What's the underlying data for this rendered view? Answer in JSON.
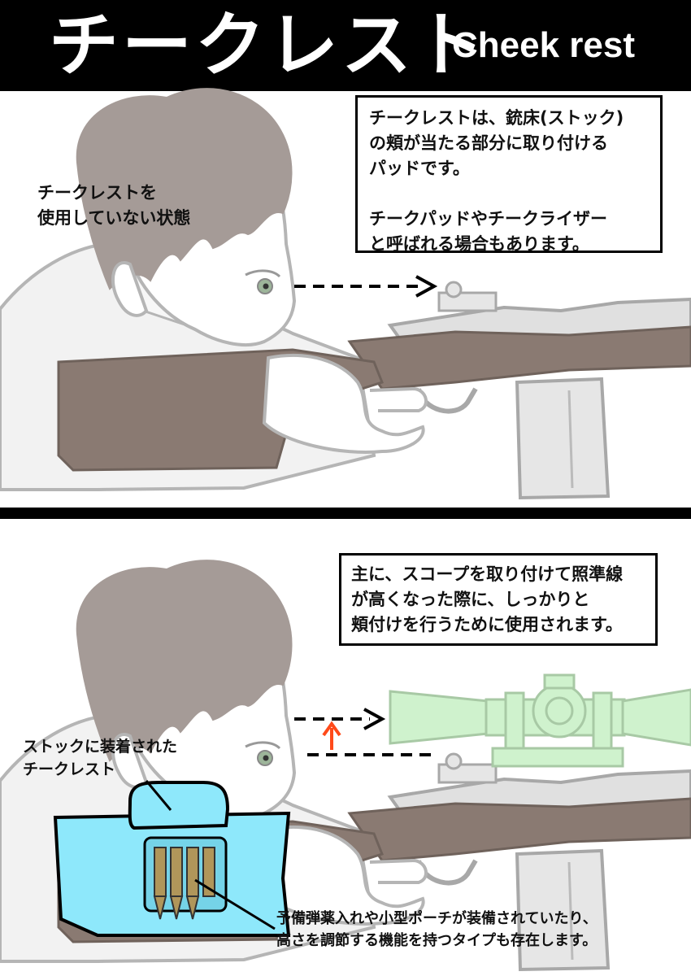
{
  "header": {
    "title_ja": "チークレスト",
    "title_en": "Cheek rest"
  },
  "panel_top": {
    "explanation": "チークレストは、銃床(ストック)\nの頬が当たる部分に取り付ける\nパッドです。\n\nチークパッドやチークライザー\nと呼ばれる場合もあります。",
    "label_without": "チークレストを\n使用していない状態"
  },
  "panel_bottom": {
    "explanation": "主に、スコープを取り付けて照準線\nが高くなった際に、しっかりと\n頬付けを行うために使用されます。",
    "label_mounted": "ストックに装着された\nチークレスト",
    "label_features": "予備弾薬入れや小型ポーチが装備されていたり、\n高さを調節する機能を持つタイプも存在します。"
  },
  "colors": {
    "banner_bg": "#000000",
    "cheek_rest": "#8ee8fb",
    "scope": "#cff2cd",
    "stock_wood": "#8a7a72",
    "hair": "#a59b97",
    "arrow_up": "#ff4a1a"
  }
}
